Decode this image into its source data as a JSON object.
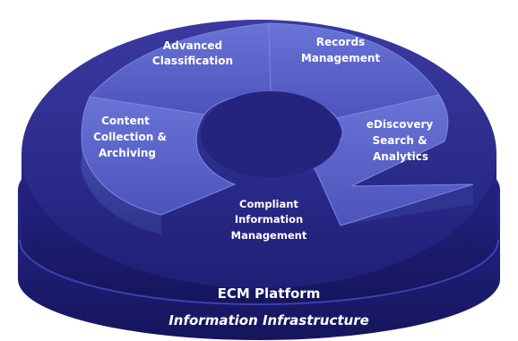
{
  "segments": [
    {
      "line1": "Advanced",
      "line2": "Classification",
      "line3": ""
    },
    {
      "line1": "Records",
      "line2": "Management",
      "line3": ""
    },
    {
      "line1": "Content",
      "line2": "Collection &",
      "line3": "Archiving"
    },
    {
      "line1": "eDiscovery",
      "line2": "Search &",
      "line3": "Analytics"
    }
  ],
  "center": {
    "line1": "Compliant",
    "line2": "Information",
    "line3": "Management"
  },
  "platform_label": "ECM Platform",
  "infrastructure_label": "Information Infrastructure",
  "colors": {
    "segment": "#5a63c8",
    "segment_side": "#3b3fa0",
    "disk_top": "#2a2a86",
    "disk_side": "#1c1c6e",
    "text": "#ffffff"
  }
}
